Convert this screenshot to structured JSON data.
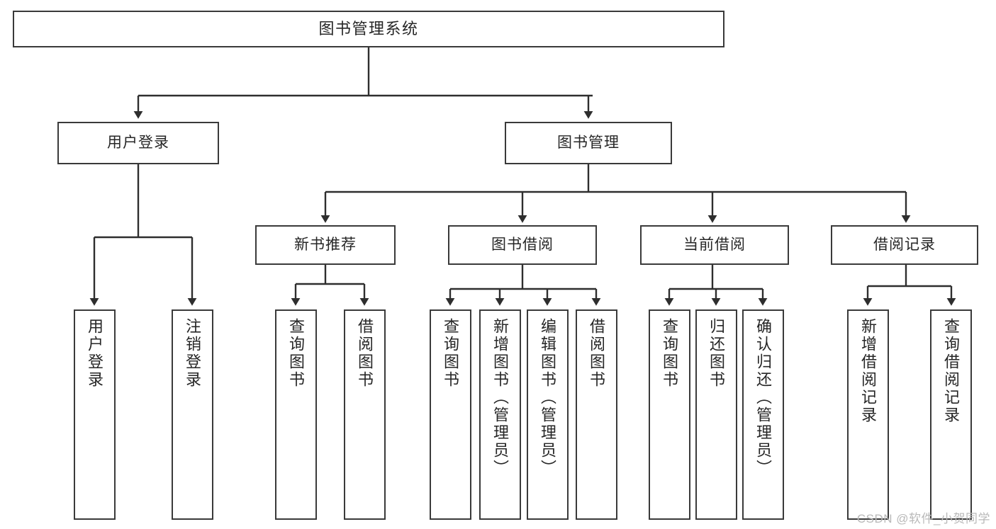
{
  "diagram": {
    "type": "tree",
    "title": "图书管理系统",
    "orientation": "top-down",
    "colors": {
      "box_border": "#3a3a3a",
      "box_fill": "#ffffff",
      "connector": "#2e2e2e",
      "text": "#262626",
      "background": "#ffffff",
      "watermark": "#b9b9b9"
    },
    "levels": {
      "root": {
        "label": "图书管理系统"
      },
      "level2": [
        {
          "label": "用户登录"
        },
        {
          "label": "图书管理"
        }
      ],
      "level3": [
        {
          "label": "新书推荐"
        },
        {
          "label": "图书借阅"
        },
        {
          "label": "当前借阅"
        },
        {
          "label": "借阅记录"
        }
      ],
      "leaves": {
        "user_login": [
          {
            "label": "用户登录"
          },
          {
            "label": "注销登录"
          }
        ],
        "new_book_recommend": [
          {
            "label": "查询图书"
          },
          {
            "label": "借阅图书"
          }
        ],
        "book_borrow": [
          {
            "label": "查询图书"
          },
          {
            "label": "新增图书（管理员）"
          },
          {
            "label": "编辑图书（管理员）"
          },
          {
            "label": "借阅图书"
          }
        ],
        "current_borrow": [
          {
            "label": "查询图书"
          },
          {
            "label": "归还图书"
          },
          {
            "label": "确认归还（管理员）"
          }
        ],
        "borrow_record": [
          {
            "label": "新增借阅记录"
          },
          {
            "label": "查询借阅记录"
          }
        ]
      }
    }
  },
  "watermark": {
    "text": "CSDN @软件_小贺同学"
  }
}
